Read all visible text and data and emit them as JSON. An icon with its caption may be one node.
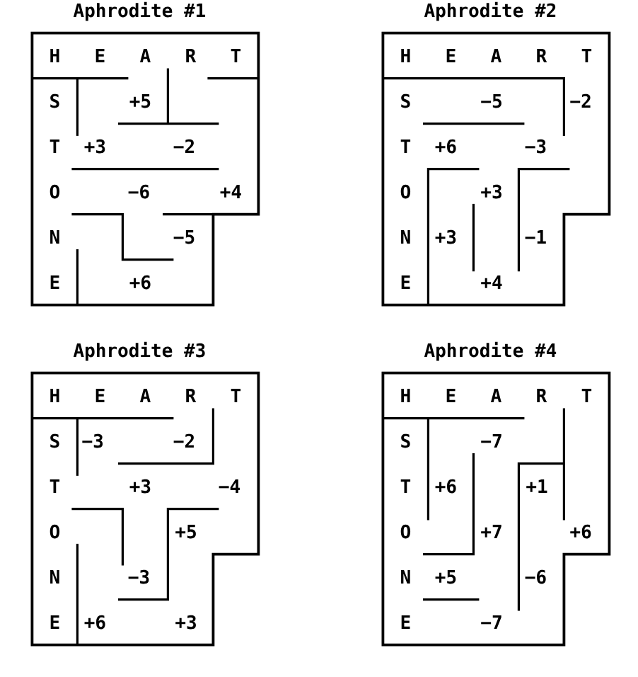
{
  "diagram": {
    "nodes": [
      {
        "text": [
          "Aphrodite #1",
          "H",
          "E",
          "A",
          "R",
          "T",
          "S",
          "+5",
          "T",
          "+3",
          "−2",
          "O",
          "−6",
          "+4",
          "N",
          "−5",
          "E",
          "+6"
        ]
      },
      {
        "text": [
          "Aphrodite #2",
          "H",
          "E",
          "A",
          "R",
          "T",
          "S",
          "−5",
          "−2",
          "T",
          "+6",
          "−3",
          "O",
          "+3",
          "N",
          "+3",
          "−1",
          "E",
          "+4"
        ]
      },
      {
        "text": [
          "Aphrodite #3",
          "H",
          "E",
          "A",
          "R",
          "T",
          "S",
          "−3",
          "−2",
          "T",
          "+3",
          "−4",
          "O",
          "+5",
          "N",
          "−3",
          "E",
          "+6",
          "+3"
        ]
      },
      {
        "text": [
          "Aphrodite #4",
          "H",
          "E",
          "A",
          "R",
          "T",
          "S",
          "−7",
          "T",
          "+6",
          "+1",
          "O",
          "+7",
          "+6",
          "N",
          "+5",
          "−6",
          "E",
          "−7"
        ]
      }
    ]
  }
}
